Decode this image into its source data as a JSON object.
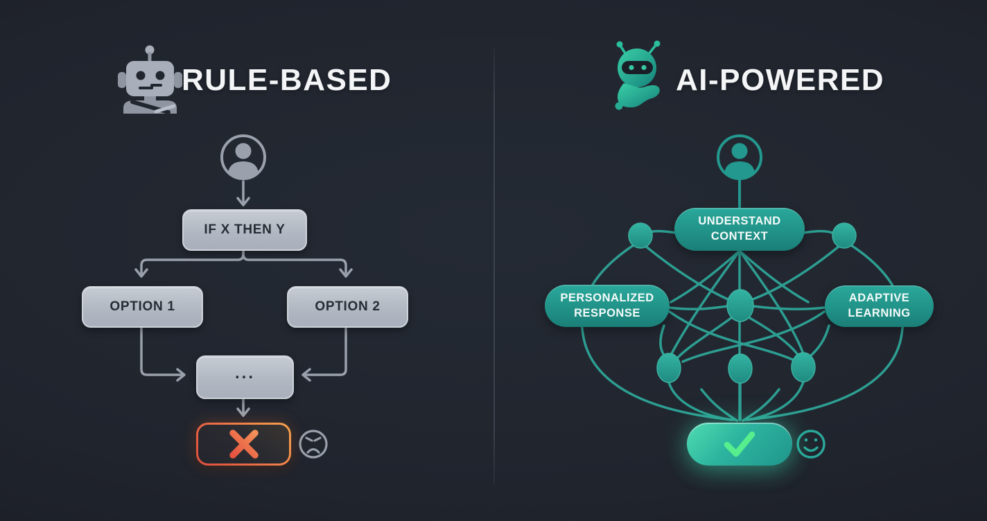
{
  "header": {
    "left_title": "RULE-BASED",
    "right_title": "AI-POWERED",
    "left_icon": "robot-icon-gray",
    "right_icon": "robot-icon-teal"
  },
  "left_flow": {
    "user_icon": "user-avatar-icon",
    "condition_label": "IF X THEN Y",
    "option1_label": "OPTION 1",
    "option2_label": "OPTION 2",
    "ellipsis_label": "...",
    "result_icon": "x-mark-icon",
    "mood_icon": "sad-face-icon"
  },
  "right_network": {
    "user_icon": "user-avatar-icon",
    "pills": [
      {
        "line1": "UNDERSTAND",
        "line2": "CONTEXT"
      },
      {
        "line1": "PERSONALIZED",
        "line2": "RESPONSE"
      },
      {
        "line1": "ADAPTIVE",
        "line2": "LEARNING"
      }
    ],
    "result_icon": "check-mark-icon",
    "mood_icon": "happy-face-icon"
  },
  "colors": {
    "background": "#20242d",
    "divider": "#3a424e",
    "gray_box_fill": "#b2b8c2",
    "gray_line": "#9aa1ac",
    "box_text": "#262b34",
    "teal_pill": "#218f86",
    "teal_line": "#2d9e92",
    "fail_border_orange": "#f6a54e",
    "fail_border_red": "#e04d3e",
    "fail_x": "#ee6a45",
    "success_green": "#57ee8e",
    "title_white": "#f3f5f7"
  }
}
